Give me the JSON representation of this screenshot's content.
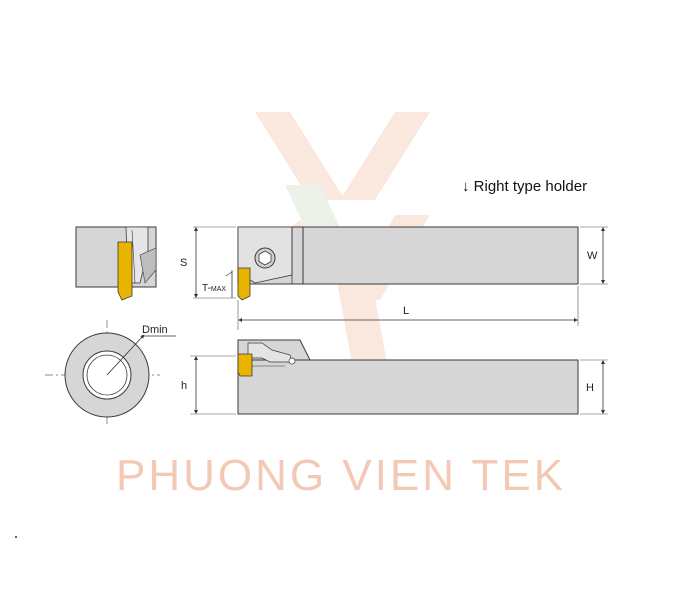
{
  "title": "↓ Right  type holder",
  "labels": {
    "S": "S",
    "W": "W",
    "T_MAX": "T-",
    "T_MAX_sub": "MAX",
    "L": "L",
    "Dmin": "Dmin",
    "h": "h",
    "H": "H"
  },
  "watermark": "PHUONG VIEN TEK",
  "colors": {
    "body": "#d6d6d6",
    "outline": "#3a3a3a",
    "insert": "#e8b400",
    "watermark_orange": "#f6d5c3",
    "watermark_green": "#dde9d6"
  }
}
